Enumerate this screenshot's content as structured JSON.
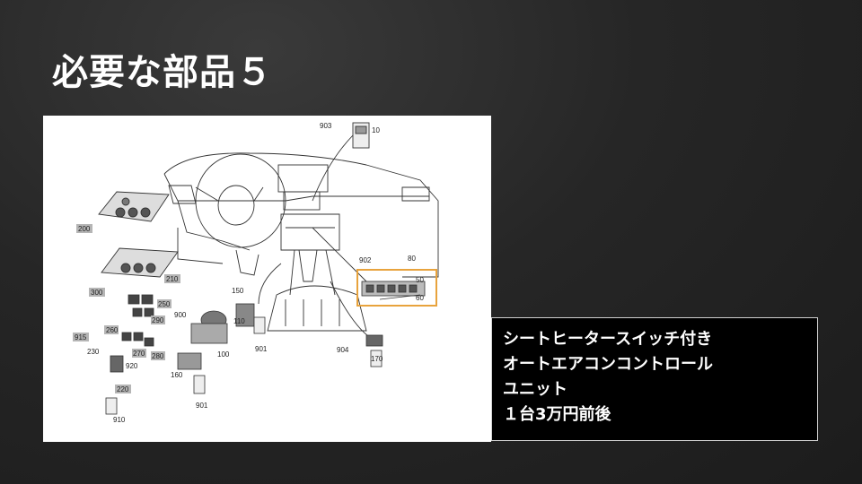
{
  "slide": {
    "title": "必要な部品５",
    "info_lines": [
      "シートヒータースイッチ付き",
      "オートエアコンコントロール",
      "ユニット",
      "１台3万円前後"
    ]
  },
  "diagram": {
    "part_labels": {
      "p903": "903",
      "p10": "10",
      "p200": "200",
      "p210": "210",
      "p300": "300",
      "p250": "250",
      "p290": "290",
      "p900": "900",
      "p150": "150",
      "p110": "110",
      "p260": "260",
      "p915": "915",
      "p230": "230",
      "p270": "270",
      "p280": "280",
      "p920": "920",
      "p100": "100",
      "p901a": "901",
      "p902": "902",
      "p80": "80",
      "p50": "50",
      "p60": "60",
      "p904": "904",
      "p170": "170",
      "p160": "160",
      "p901b": "901",
      "p220": "220",
      "p910": "910"
    },
    "highlight_color": "#e8a33d"
  }
}
